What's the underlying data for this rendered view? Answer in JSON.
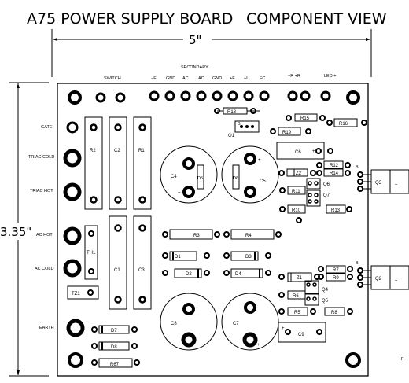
{
  "title": "A75 POWER SUPPLY BOARD",
  "view": "COMPONENT VIEW",
  "width_label": "5\"",
  "height_label": "3.35\"",
  "top_header": {
    "switch": "SWITCH",
    "secondary": "SECONDARY",
    "minus_r_plus_r": "−R +R",
    "led": "LED +"
  },
  "top_pins": [
    "−F",
    "GND",
    "AC",
    "AC",
    "GND",
    "+F",
    "+U",
    "FC"
  ],
  "left_labels": [
    "GATE",
    "TRIAC COLD",
    "TRIAC HOT",
    "AC HOT",
    "AC COLD",
    "EARTH"
  ],
  "components": {
    "R2": "R2",
    "C2": "C2",
    "R1": "R1",
    "C1": "C1",
    "C3": "C3",
    "TH1": "TH1",
    "TZ1": "TZ1",
    "C4": "C4",
    "C5": "C5",
    "C6": "C6",
    "C7": "C7",
    "C8": "C8",
    "C9": "C9",
    "D1": "D1",
    "D2": "D2",
    "D3": "D3",
    "D4": "D4",
    "D5": "D5",
    "D6": "D6",
    "D7": "D7",
    "D8": "D8",
    "R3": "R3",
    "R4": "R4",
    "R5": "R5",
    "R6": "R6",
    "R7": "R7",
    "R8": "R8",
    "R9": "R9",
    "R10": "R10",
    "R11": "R11",
    "R12": "R12",
    "R13": "R13",
    "R14": "R14",
    "R15": "R15",
    "R16": "R16",
    "R18": "R18",
    "R19": "R19",
    "R67": "R67",
    "Z1": "Z1",
    "Z2": "Z2",
    "Q1": "Q1",
    "Q2": "Q2",
    "Q3": "Q3",
    "Q4": "Q4",
    "Q5": "Q5",
    "Q6": "Q6",
    "Q7": "Q7",
    "Q2_plus": "+",
    "Q3_plus": "+"
  },
  "pin_marks": {
    "B": "B",
    "plus": "+"
  },
  "edge_mark": "F"
}
